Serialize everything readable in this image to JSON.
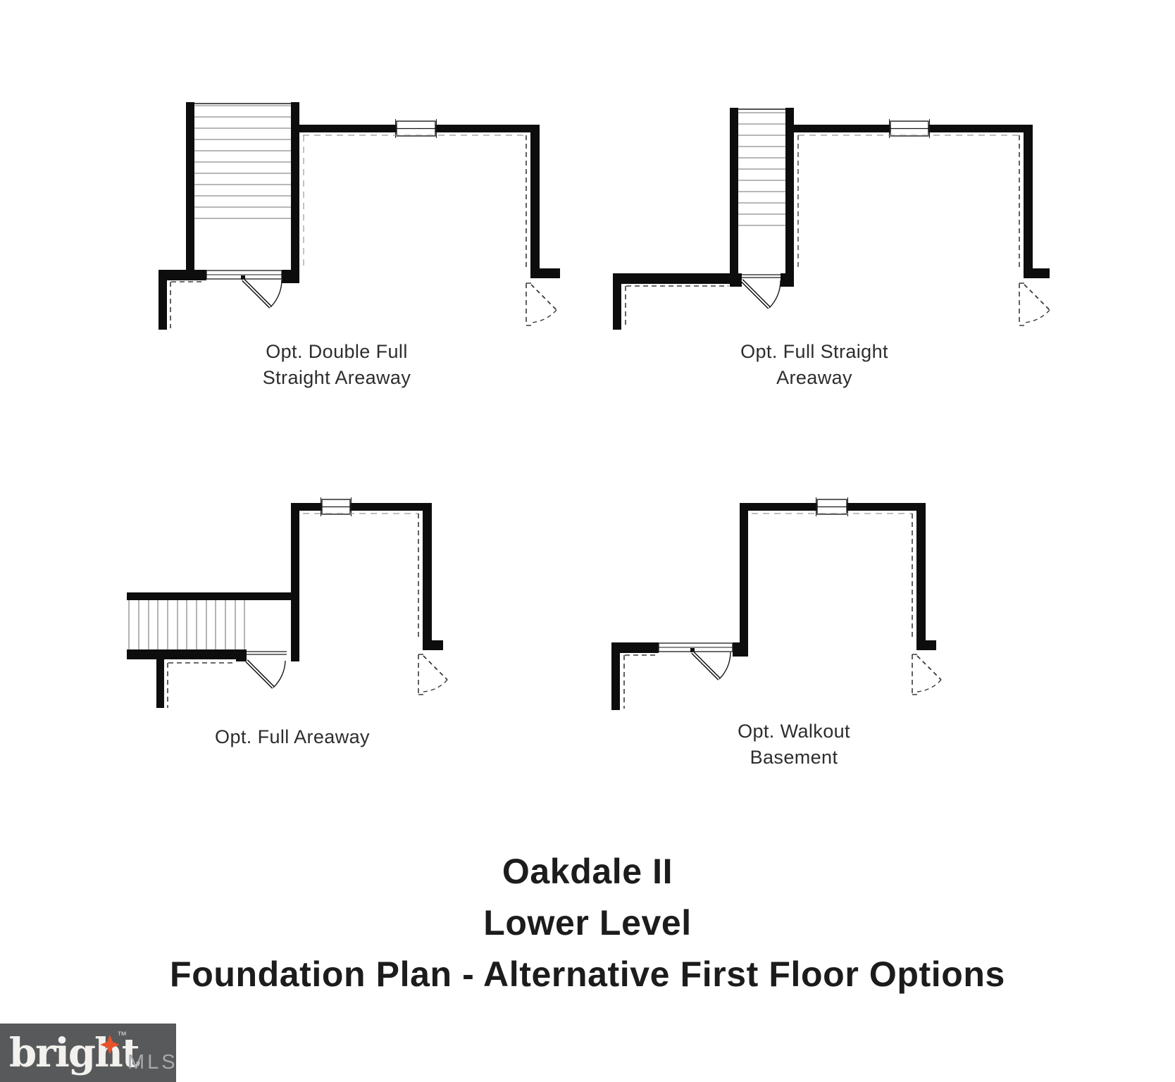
{
  "plans": [
    {
      "name": "opt-double-full-straight-areaway",
      "label_lines": [
        "Opt. Double Full",
        "Straight Areaway"
      ]
    },
    {
      "name": "opt-full-straight-areaway",
      "label_lines": [
        "Opt. Full Straight",
        "Areaway"
      ]
    },
    {
      "name": "opt-full-areaway",
      "label_lines": [
        "Opt. Full Areaway"
      ]
    },
    {
      "name": "opt-walkout-basement",
      "label_lines": [
        "Opt. Walkout",
        "Basement"
      ]
    }
  ],
  "title": {
    "model": "Oakdale II",
    "level": "Lower Level",
    "plan_type": "Foundation Plan - Alternative First Floor Options"
  },
  "logo": {
    "brand": "bright",
    "trademark": "™",
    "suffix": "MLS"
  },
  "colors": {
    "wall": "#0d0d0d",
    "thin_line": "#1a1a1a",
    "stair_tread": "#8c8c8c",
    "dashed_line": "#3a3a3a",
    "dashed_light": "#999999",
    "label_text": "#2d2d2d",
    "title_text": "#1c1c1c",
    "logo_background": "#58595b",
    "logo_brand": "#f2f1ee",
    "logo_mls": "#a6a8ab",
    "logo_star": "#e8532a"
  }
}
